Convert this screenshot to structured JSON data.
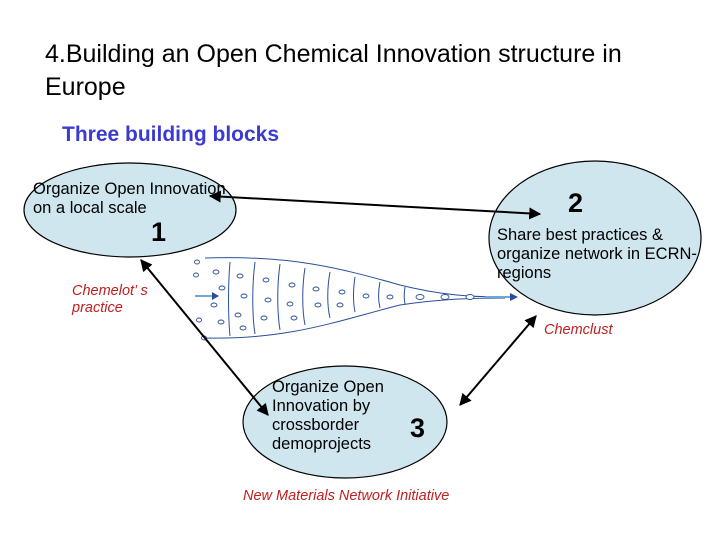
{
  "slide": {
    "title": "4.Building an Open Chemical Innovation structure in Europe",
    "subtitle": "Three building blocks"
  },
  "blocks": [
    {
      "number": "1",
      "text": "Organize Open Innovation on a local scale"
    },
    {
      "number": "2",
      "text": "Share best practices & organize network in ECRN-regions"
    },
    {
      "number": "3",
      "text": "Organize Open Innovation by crossborder demoprojects"
    }
  ],
  "captions": {
    "chemelot": "Chemelot’ s practice",
    "chemclust": "Chemclust",
    "nmni": "New Materials Network Initiative"
  },
  "colors": {
    "ellipse_fill": "#cfe6ef",
    "subtitle": "#3b3bd1",
    "caption": "#c02020",
    "funnel_stroke": "#2a4f9a",
    "funnel_accent": "#6fa8d8"
  },
  "icons": {
    "funnel": "innovation-funnel-illustration",
    "arrows": "double-headed-arrow"
  }
}
